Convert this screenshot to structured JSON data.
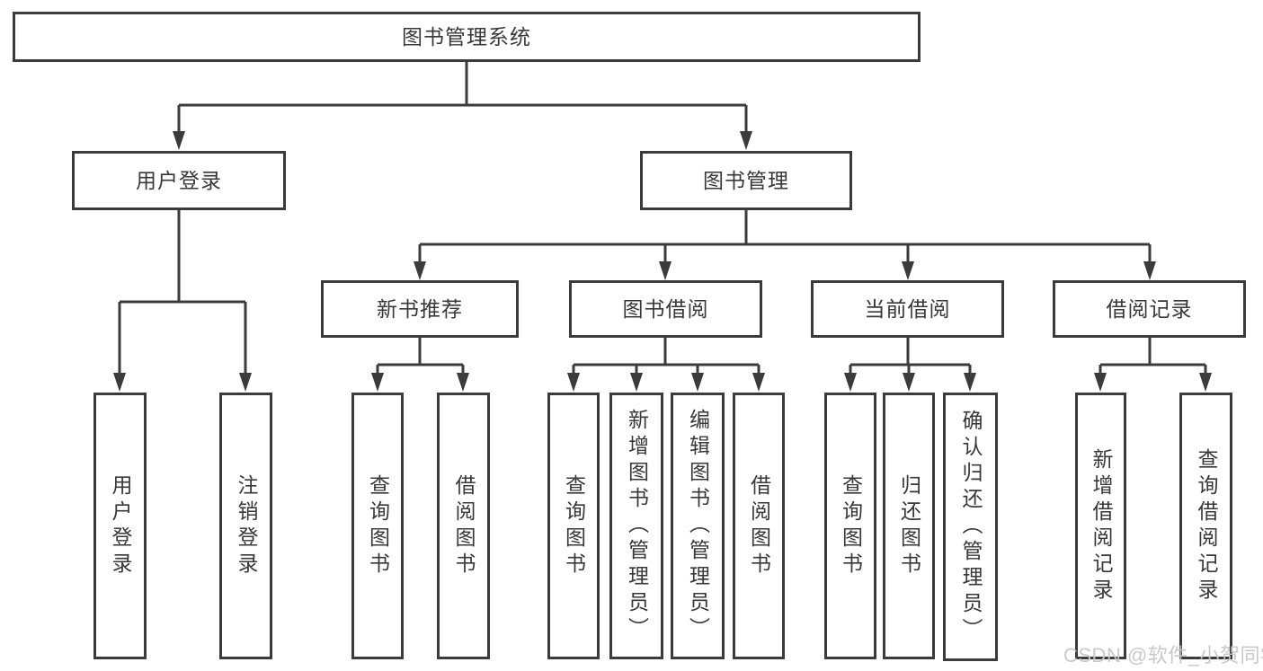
{
  "diagram": {
    "title": "图书管理系统",
    "branches": [
      {
        "label": "用户登录",
        "children": [
          {
            "label": "用户登录"
          },
          {
            "label": "注销登录"
          }
        ]
      },
      {
        "label": "图书管理",
        "children": [
          {
            "label": "新书推荐",
            "children": [
              {
                "label": "查询图书"
              },
              {
                "label": "借阅图书"
              }
            ]
          },
          {
            "label": "图书借阅",
            "children": [
              {
                "label": "查询图书"
              },
              {
                "label": "新增图书（管理员）"
              },
              {
                "label": "编辑图书（管理员）"
              },
              {
                "label": "借阅图书"
              }
            ]
          },
          {
            "label": "当前借阅",
            "children": [
              {
                "label": "查询图书"
              },
              {
                "label": "归还图书"
              },
              {
                "label": "确认归还（管理员）"
              }
            ]
          },
          {
            "label": "借阅记录",
            "children": [
              {
                "label": "新增借阅记录"
              },
              {
                "label": "查询借阅记录"
              }
            ]
          }
        ]
      }
    ]
  },
  "watermark": {
    "text": "CSDN @软件_小贺同学"
  },
  "colors": {
    "line": "#3b3b3b",
    "border": "#3b3b3b",
    "fill": "#ffffff",
    "text": "#383838",
    "watermark": "#c7c6ca"
  }
}
